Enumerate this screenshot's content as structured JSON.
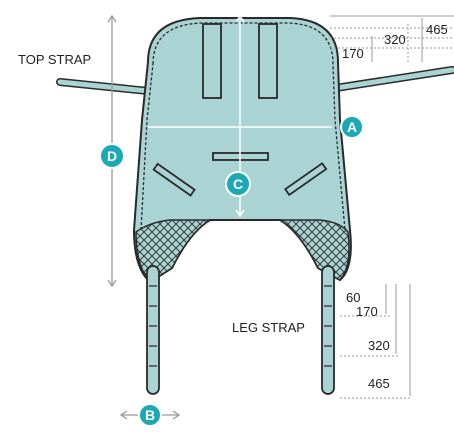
{
  "labels": {
    "top_strap": "TOP STRAP",
    "leg_strap": "LEG STRAP"
  },
  "markers": {
    "a": "A",
    "b": "B",
    "c": "C",
    "d": "D"
  },
  "top_dimensions": [
    "170",
    "320",
    "465"
  ],
  "leg_dimensions": [
    "60",
    "170",
    "320",
    "465"
  ],
  "colors": {
    "fabric": "#a9d4d3",
    "outline": "#2a2a2a",
    "marker": "#1aa9b5",
    "dimension_line": "#999999"
  }
}
